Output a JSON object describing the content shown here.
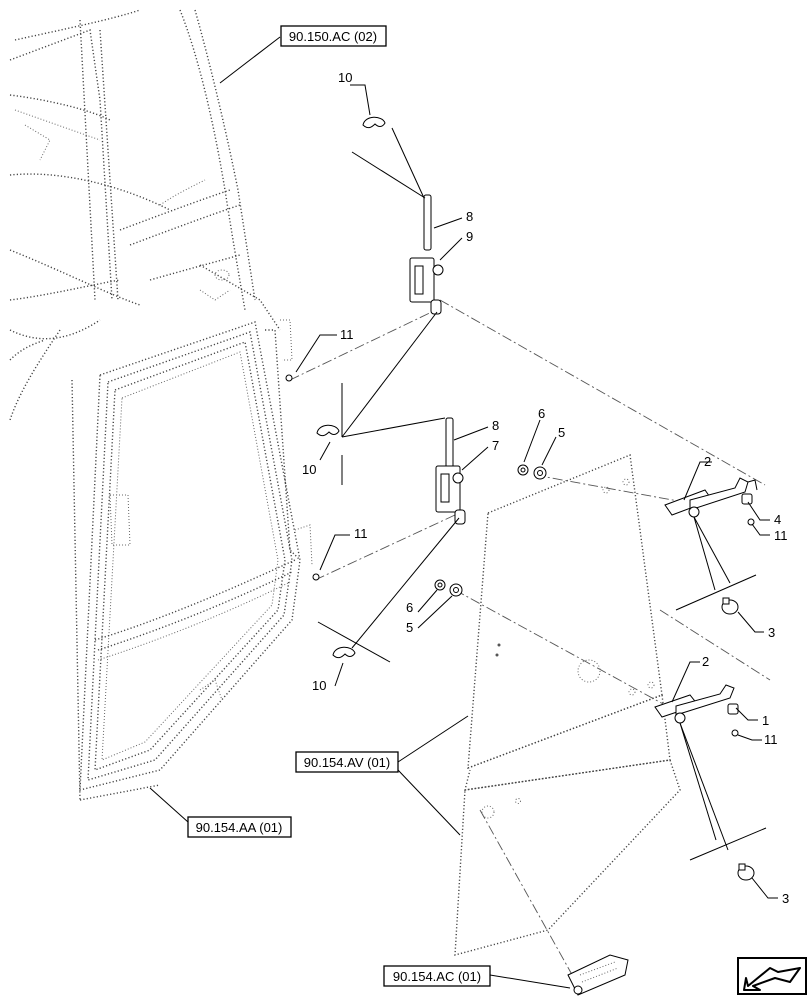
{
  "references": {
    "cab_frame": "90.150.AC (02)",
    "door_frame": "90.154.AA (01)",
    "door_glass": "90.154.AV (01)",
    "handle": "90.154.AC (01)"
  },
  "callouts": {
    "c10_top": "10",
    "c8_top": "8",
    "c9": "9",
    "c11_top": "11",
    "c8_mid": "8",
    "c7": "7",
    "c10_mid": "10",
    "c6_top": "6",
    "c5_top": "5",
    "c11_mid": "11",
    "c6_low": "6",
    "c5_low": "5",
    "c10_low": "10",
    "c2_top": "2",
    "c4": "4",
    "c11_right_top": "11",
    "c3_top": "3",
    "c2_low": "2",
    "c1": "1",
    "c11_right_low": "11",
    "c3_low": "3"
  },
  "icons": {
    "nav": "arrow-down-left-icon"
  }
}
